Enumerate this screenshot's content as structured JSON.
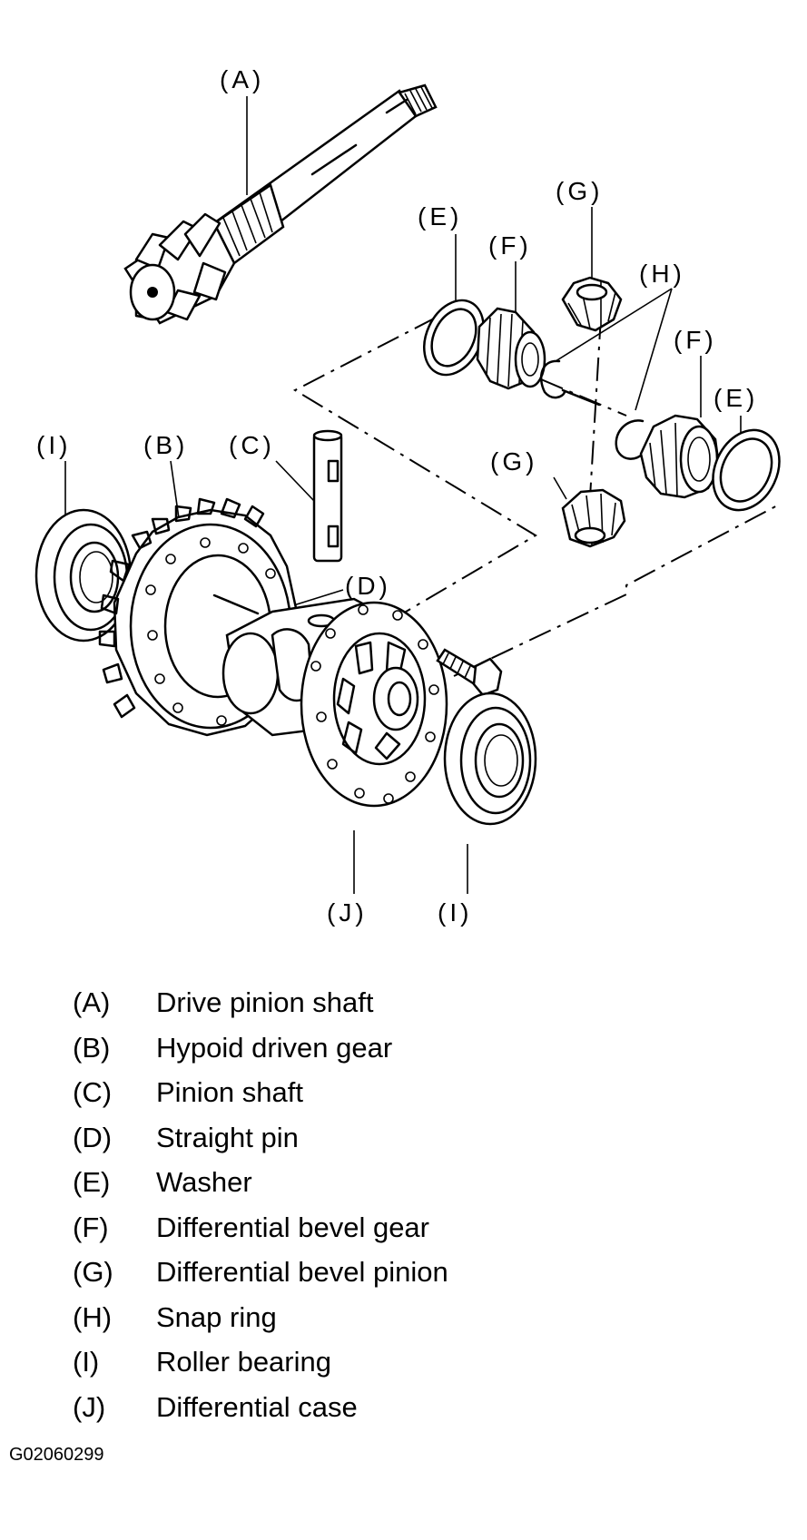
{
  "callouts": {
    "A": "(A)",
    "B": "(B)",
    "C": "(C)",
    "D": "(D)",
    "E": "(E)",
    "F": "(F)",
    "G": "(G)",
    "H": "(H)",
    "I": "(I)",
    "J": "(J)"
  },
  "legend": [
    {
      "code": "(A)",
      "label": "Drive pinion shaft"
    },
    {
      "code": "(B)",
      "label": "Hypoid driven gear"
    },
    {
      "code": "(C)",
      "label": "Pinion shaft"
    },
    {
      "code": "(D)",
      "label": "Straight pin"
    },
    {
      "code": "(E)",
      "label": "Washer"
    },
    {
      "code": "(F)",
      "label": "Differential bevel gear"
    },
    {
      "code": "(G)",
      "label": "Differential bevel pinion"
    },
    {
      "code": "(H)",
      "label": "Snap ring"
    },
    {
      "code": "(I)",
      "label": "Roller bearing"
    },
    {
      "code": "(J)",
      "label": "Differential case"
    }
  ],
  "figure_id": "G02060299"
}
